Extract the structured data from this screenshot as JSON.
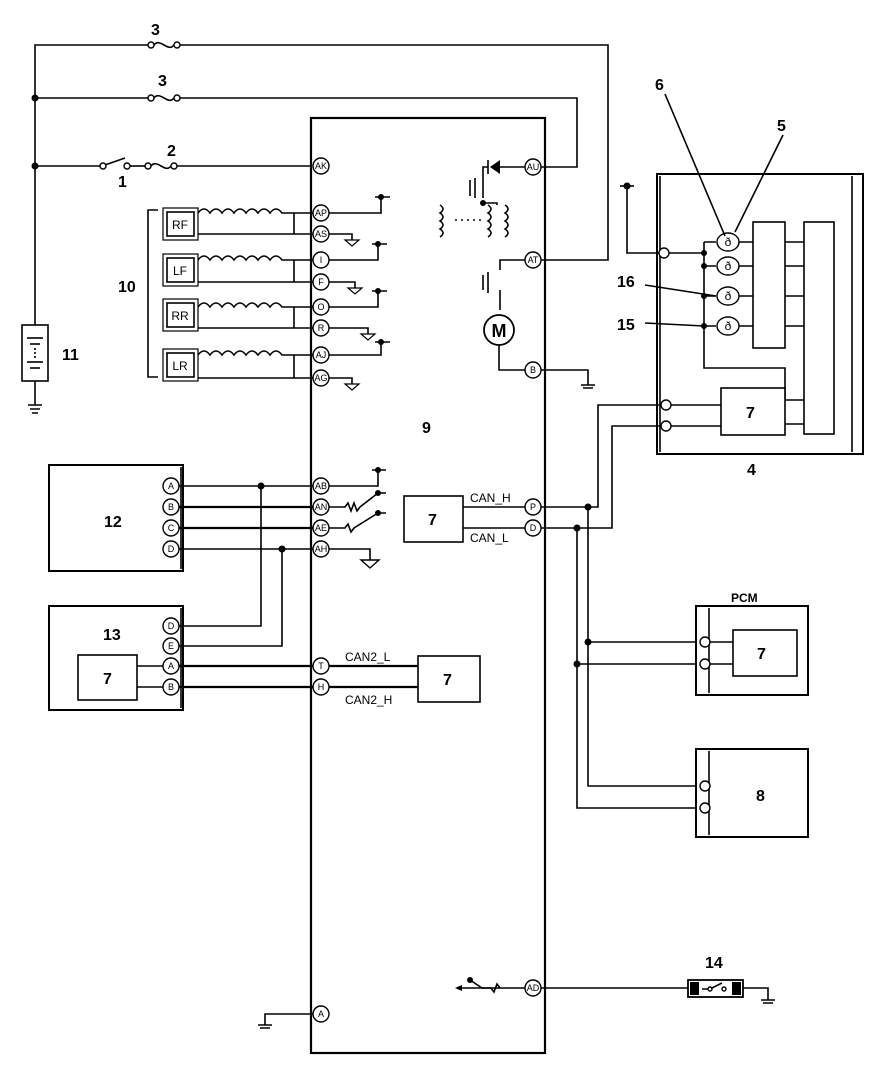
{
  "callouts": {
    "c1": "1",
    "c2": "2",
    "c3a": "3",
    "c3b": "3",
    "c4": "4",
    "c5": "5",
    "c6": "6",
    "c7": "7",
    "c8": "8",
    "c9": "9",
    "c10": "10",
    "c11": "11",
    "c12": "12",
    "c13": "13",
    "c14": "14",
    "c15": "15",
    "c16": "16"
  },
  "main_pins": {
    "ak": "AK",
    "ap": "AP",
    "as": "AS",
    "i": "I",
    "f": "F",
    "o": "O",
    "r": "R",
    "aj": "AJ",
    "ag": "AG",
    "au": "AU",
    "at": "AT",
    "b": "B",
    "ab": "AB",
    "an": "AN",
    "ae": "AE",
    "ah": "AH",
    "p": "P",
    "d": "D",
    "t": "T",
    "h": "H",
    "a": "A",
    "ad": "AD"
  },
  "speakers": [
    "RF",
    "LF",
    "RR",
    "LR"
  ],
  "unit12_pins": [
    "A",
    "B",
    "C",
    "D"
  ],
  "unit13_pins": [
    "D",
    "E",
    "A",
    "B"
  ],
  "motor_label": "M",
  "can_labels": {
    "can_h": "CAN_H",
    "can_l": "CAN_L",
    "can2_l": "CAN2_L",
    "can2_h": "CAN2_H"
  },
  "pcm_label": "PCM",
  "bulb_symbol": "ð"
}
